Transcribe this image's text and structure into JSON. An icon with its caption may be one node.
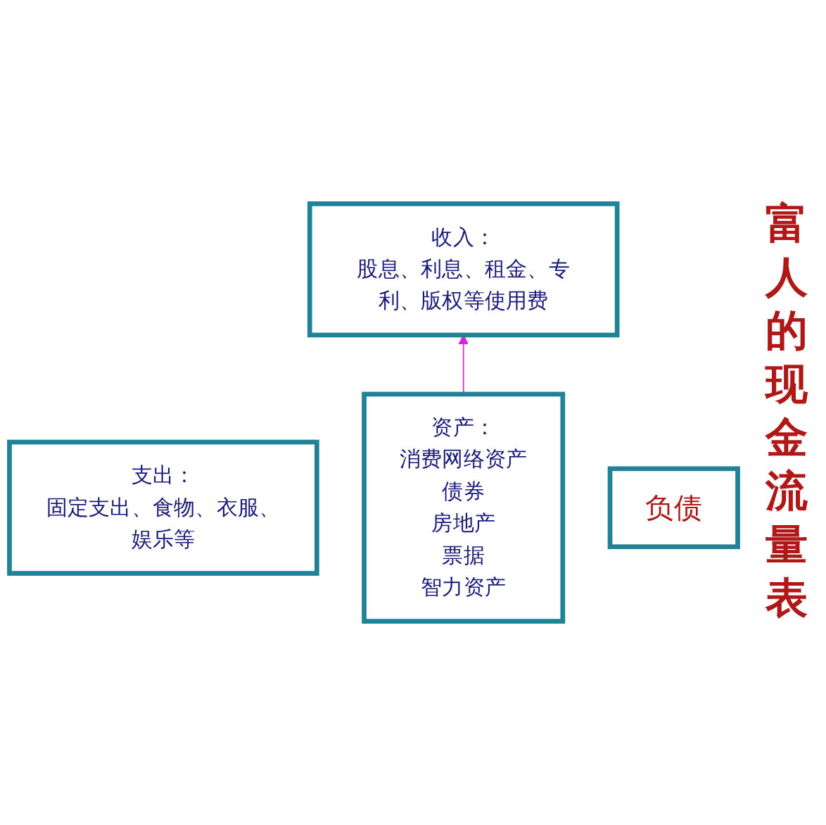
{
  "diagram": {
    "title": "富人的现金流量表",
    "nodes": [
      {
        "text": [
          "收入：",
          "股息、利息、租金、专利、版权等使用费"
        ]
      },
      {
        "text": [
          "支出：",
          "固定支出、食物、衣服、娱乐等"
        ]
      },
      {
        "text": [
          "资产：",
          "消费网络资产",
          "债券",
          "房地产",
          "票据",
          "智力资产"
        ]
      },
      {
        "text": [
          "负债"
        ]
      }
    ],
    "edges": [
      {
        "from": 2,
        "to": 0,
        "arrow": "to",
        "color": "#e020e0"
      }
    ]
  }
}
